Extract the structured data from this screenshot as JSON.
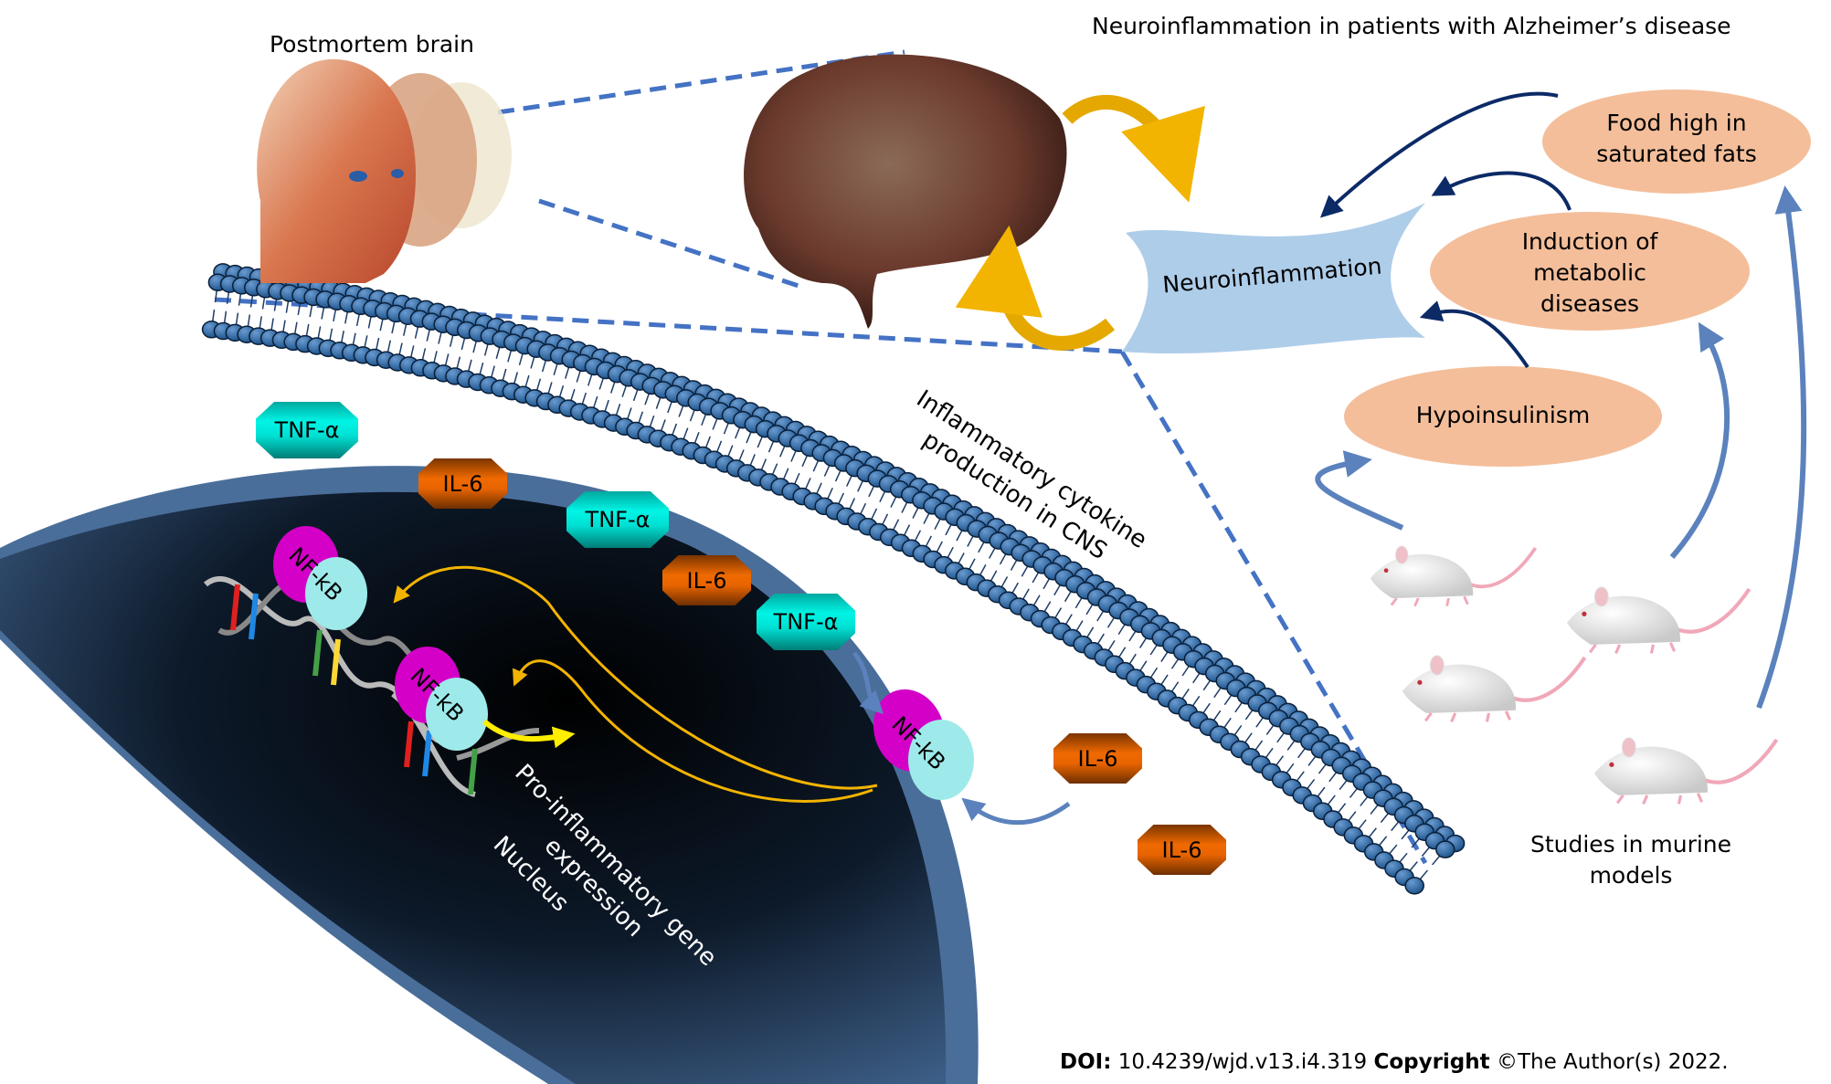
{
  "figure": {
    "title": "Neuroinflammation in patients with Alzheimer’s disease",
    "postmortem_label": "Postmortem brain",
    "neuroinflammation_label": "Neuroinflammation",
    "cytokine_label_line1": "Inflammatory cytokine",
    "cytokine_label_line2": "production in CNS",
    "pro_inflammatory_line1": "Pro-inflammatory gene",
    "pro_inflammatory_line2": "expression",
    "nucleus_label": "Nucleus",
    "nfkb_label": "NF-kB",
    "tnf_label": "TNF-α",
    "il6_label": "IL-6",
    "causes": [
      {
        "line1": "Food high in",
        "line2": "saturated fats",
        "line3": ""
      },
      {
        "line1": "Induction of",
        "line2": "metabolic",
        "line3": "diseases"
      },
      {
        "line1": "Hypoinsulinism",
        "line2": "",
        "line3": ""
      }
    ],
    "murine_line1": "Studies in murine",
    "murine_line2": "models"
  },
  "footer": {
    "doi_label": "DOI:",
    "doi_value": "10.4239/wjd.v13.i4.319",
    "copyright_label": "Copyright",
    "copyright_value": "©The Author(s) 2022."
  },
  "colors": {
    "membrane_head": "#2f6aa8",
    "dashed_line": "#4472c4",
    "neuroinflammation_fill": "#aecde9",
    "cause_fill": "#f4be9a",
    "arrow_dark": "#0b2a66",
    "arrow_gold": "#e4a800",
    "nfkb_magenta": "#d400c8",
    "nfkb_cyan": "#9eeaea",
    "nucleus_rim": "#4a6e9a"
  }
}
